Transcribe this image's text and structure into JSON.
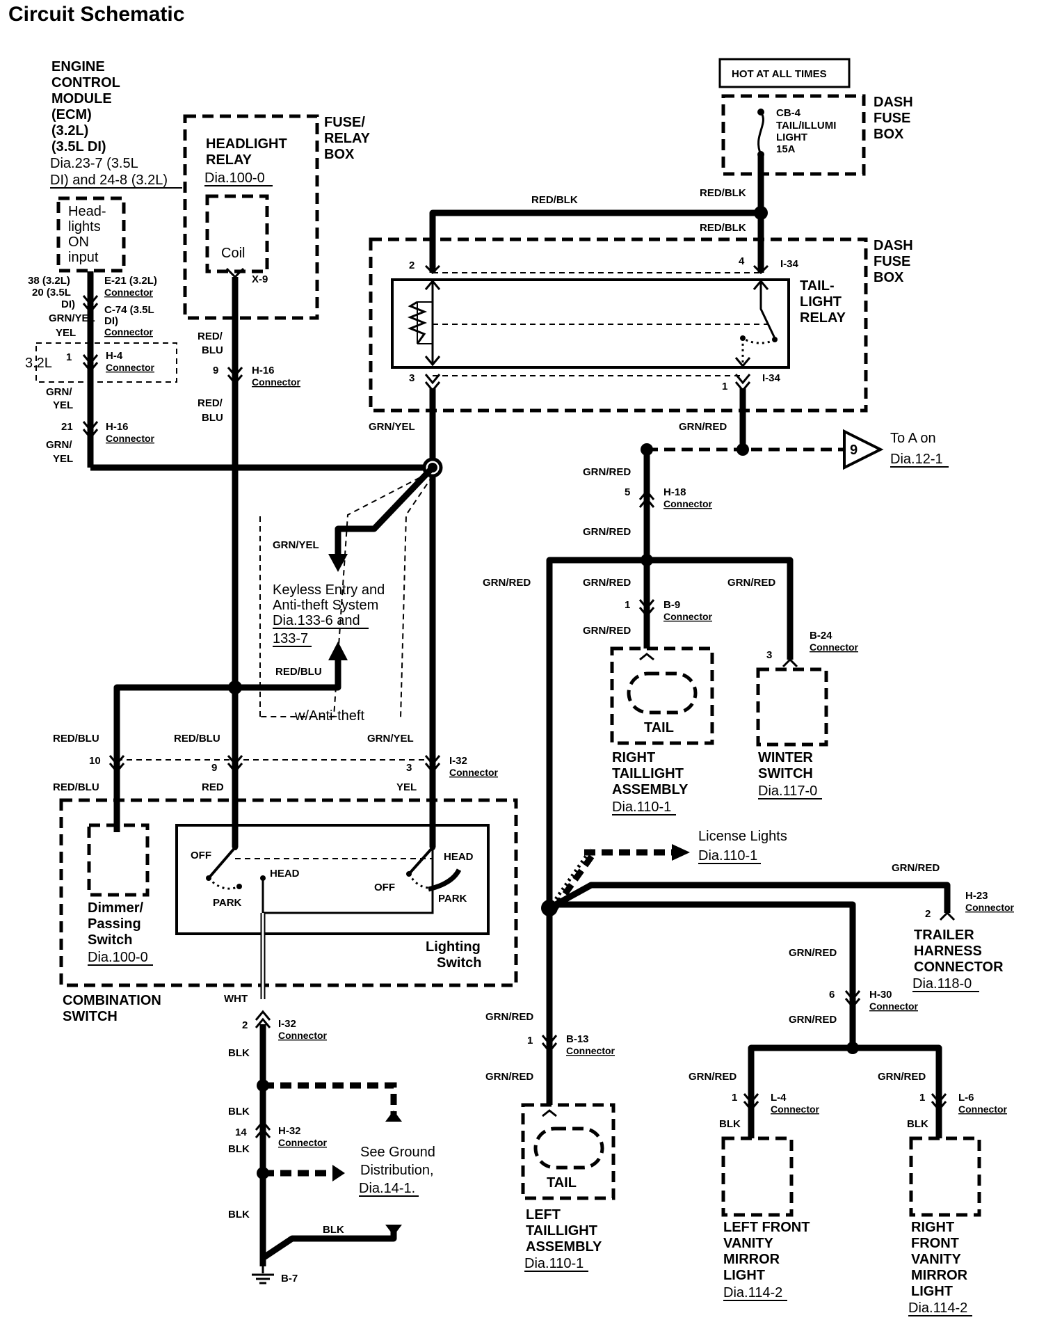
{
  "title": "Circuit Schematic",
  "ecm": {
    "lines": [
      "ENGINE",
      "CONTROL",
      "MODULE",
      "(ECM)",
      "(3.2L)",
      "(3.5L DI)"
    ],
    "ref1": "Dia.23-7 (3.5L",
    "ref2": "DI) and 24-8 (3.2L)",
    "input_lines": [
      "Head-",
      "lights",
      "ON",
      "input"
    ]
  },
  "relay_box": {
    "lines": [
      "FUSE/",
      "RELAY",
      "BOX"
    ],
    "relay": [
      "HEADLIGHT",
      "RELAY"
    ],
    "ref": "Dia.100-0",
    "coil": "Coil",
    "pin": "X-9"
  },
  "hot": "HOT AT ALL TIMES",
  "dash_fuse_box": [
    "DASH",
    "FUSE",
    "BOX"
  ],
  "fuse": [
    "CB-4",
    "TAIL/ILLUMI",
    "LIGHT",
    "15A"
  ],
  "taillight_relay": {
    "lines": [
      "TAIL-",
      "LIGHT",
      "RELAY"
    ],
    "pin2": "2",
    "pin4": "4",
    "pin3": "3",
    "pin1": "1",
    "conn": "I-34"
  },
  "wires": {
    "red_blk": "RED/BLK",
    "grn_yel": "GRN/YEL",
    "grn_red": "GRN/RED",
    "red_blu": "RED/BLU",
    "red": "RED",
    "yel": "YEL",
    "wht": "WHT",
    "blk": "BLK"
  },
  "conn_word": "Connector",
  "ecm_pins": {
    "p1": "38 (3.2L)",
    "p2": "20 (3.5L",
    "p3": "DI)",
    "e21": "E-21 (3.2L)",
    "c74a": "C-74 (3.5L",
    "c74b": "DI)",
    "h4": "H-4",
    "h4pin": "1",
    "v32": "3.2L",
    "h16pin": "21",
    "h16": "H-16"
  },
  "relay_conn": {
    "pin": "9",
    "h16": "H-16"
  },
  "to_a": {
    "text": "To A on",
    "ref": "Dia.12-1",
    "num": "9"
  },
  "h18": {
    "pin": "5",
    "id": "H-18"
  },
  "b9": {
    "pin": "1",
    "id": "B-9"
  },
  "b24": {
    "pin": "3",
    "id": "B-24"
  },
  "right_tail": {
    "tail": "TAIL",
    "lines": [
      "RIGHT",
      "TAILLIGHT",
      "ASSEMBLY"
    ],
    "ref": "Dia.110-1"
  },
  "winter": {
    "lines": [
      "WINTER",
      "SWITCH"
    ],
    "ref": "Dia.117-0"
  },
  "keyless": {
    "lines": [
      "Keyless Entry and",
      "Anti-theft System",
      "Dia.133-6 and",
      "133-7"
    ],
    "note": "w/Anti-theft"
  },
  "i32": {
    "id": "I-32",
    "p10": "10",
    "p9": "9",
    "p3": "3",
    "p2": "2"
  },
  "combo": {
    "dimmer": [
      "Dimmer/",
      "Passing",
      "Switch"
    ],
    "dimmer_ref": "Dia.100-0",
    "lighting": [
      "Lighting",
      "Switch"
    ],
    "name": [
      "COMBINATION",
      "SWITCH"
    ],
    "off": "OFF",
    "head": "HEAD",
    "park": "PARK"
  },
  "license": {
    "text": "License Lights",
    "ref": "Dia.110-1"
  },
  "trailer": {
    "pin": "2",
    "id": "H-23",
    "lines": [
      "TRAILER",
      "HARNESS",
      "CONNECTOR"
    ],
    "ref": "Dia.118-0"
  },
  "h30": {
    "pin": "6",
    "id": "H-30"
  },
  "b13": {
    "pin": "1",
    "id": "B-13"
  },
  "left_tail": {
    "tail": "TAIL",
    "lines": [
      "LEFT",
      "TAILLIGHT",
      "ASSEMBLY"
    ],
    "ref": "Dia.110-1"
  },
  "l4": {
    "pin": "1",
    "id": "L-4"
  },
  "l6": {
    "pin": "1",
    "id": "L-6"
  },
  "left_vanity": {
    "lines": [
      "LEFT FRONT",
      "VANITY",
      "MIRROR",
      "LIGHT"
    ],
    "ref": "Dia.114-2"
  },
  "right_vanity": {
    "lines": [
      "RIGHT",
      "FRONT",
      "VANITY",
      "MIRROR",
      "LIGHT"
    ],
    "ref": "Dia.114-2"
  },
  "ground": {
    "h32pin": "14",
    "h32": "H-32",
    "lines": [
      "See Ground",
      "Distribution,"
    ],
    "ref": "Dia.14-1.",
    "b7": "B-7"
  }
}
